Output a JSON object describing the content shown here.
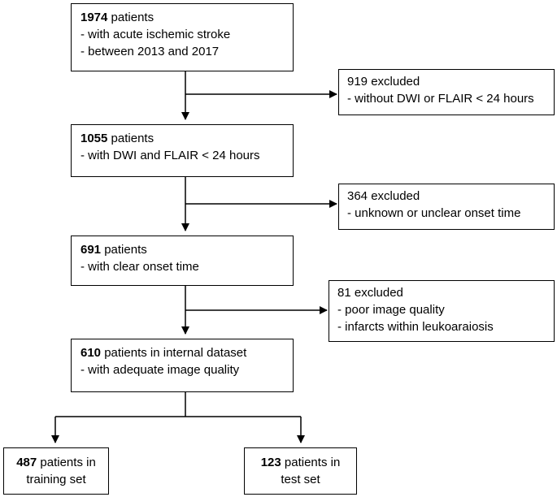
{
  "boxes": {
    "start": {
      "count": "1974",
      "label": " patients",
      "lines": [
        "- with acute ischemic stroke",
        "- between 2013 and 2017"
      ]
    },
    "excluded1": {
      "count": "919",
      "label": " excluded",
      "lines": [
        "- without DWI or FLAIR < 24 hours"
      ]
    },
    "step2": {
      "count": "1055",
      "label": " patients",
      "lines": [
        "- with DWI and FLAIR < 24 hours"
      ]
    },
    "excluded2": {
      "count": "364",
      "label": " excluded",
      "lines": [
        "- unknown or unclear onset time"
      ]
    },
    "step3": {
      "count": "691",
      "label": " patients",
      "lines": [
        "- with clear onset time"
      ]
    },
    "excluded3": {
      "count": "81",
      "label": " excluded",
      "lines": [
        "- poor image quality",
        "- infarcts within leukoaraiosis"
      ]
    },
    "internal": {
      "count": "610",
      "label": " patients in internal dataset",
      "lines": [
        "- with adequate image quality"
      ]
    },
    "training": {
      "count": "487",
      "label": " patients in",
      "lines": [
        "training set"
      ]
    },
    "test": {
      "count": "123",
      "label": " patients in",
      "lines": [
        "test set"
      ]
    }
  }
}
